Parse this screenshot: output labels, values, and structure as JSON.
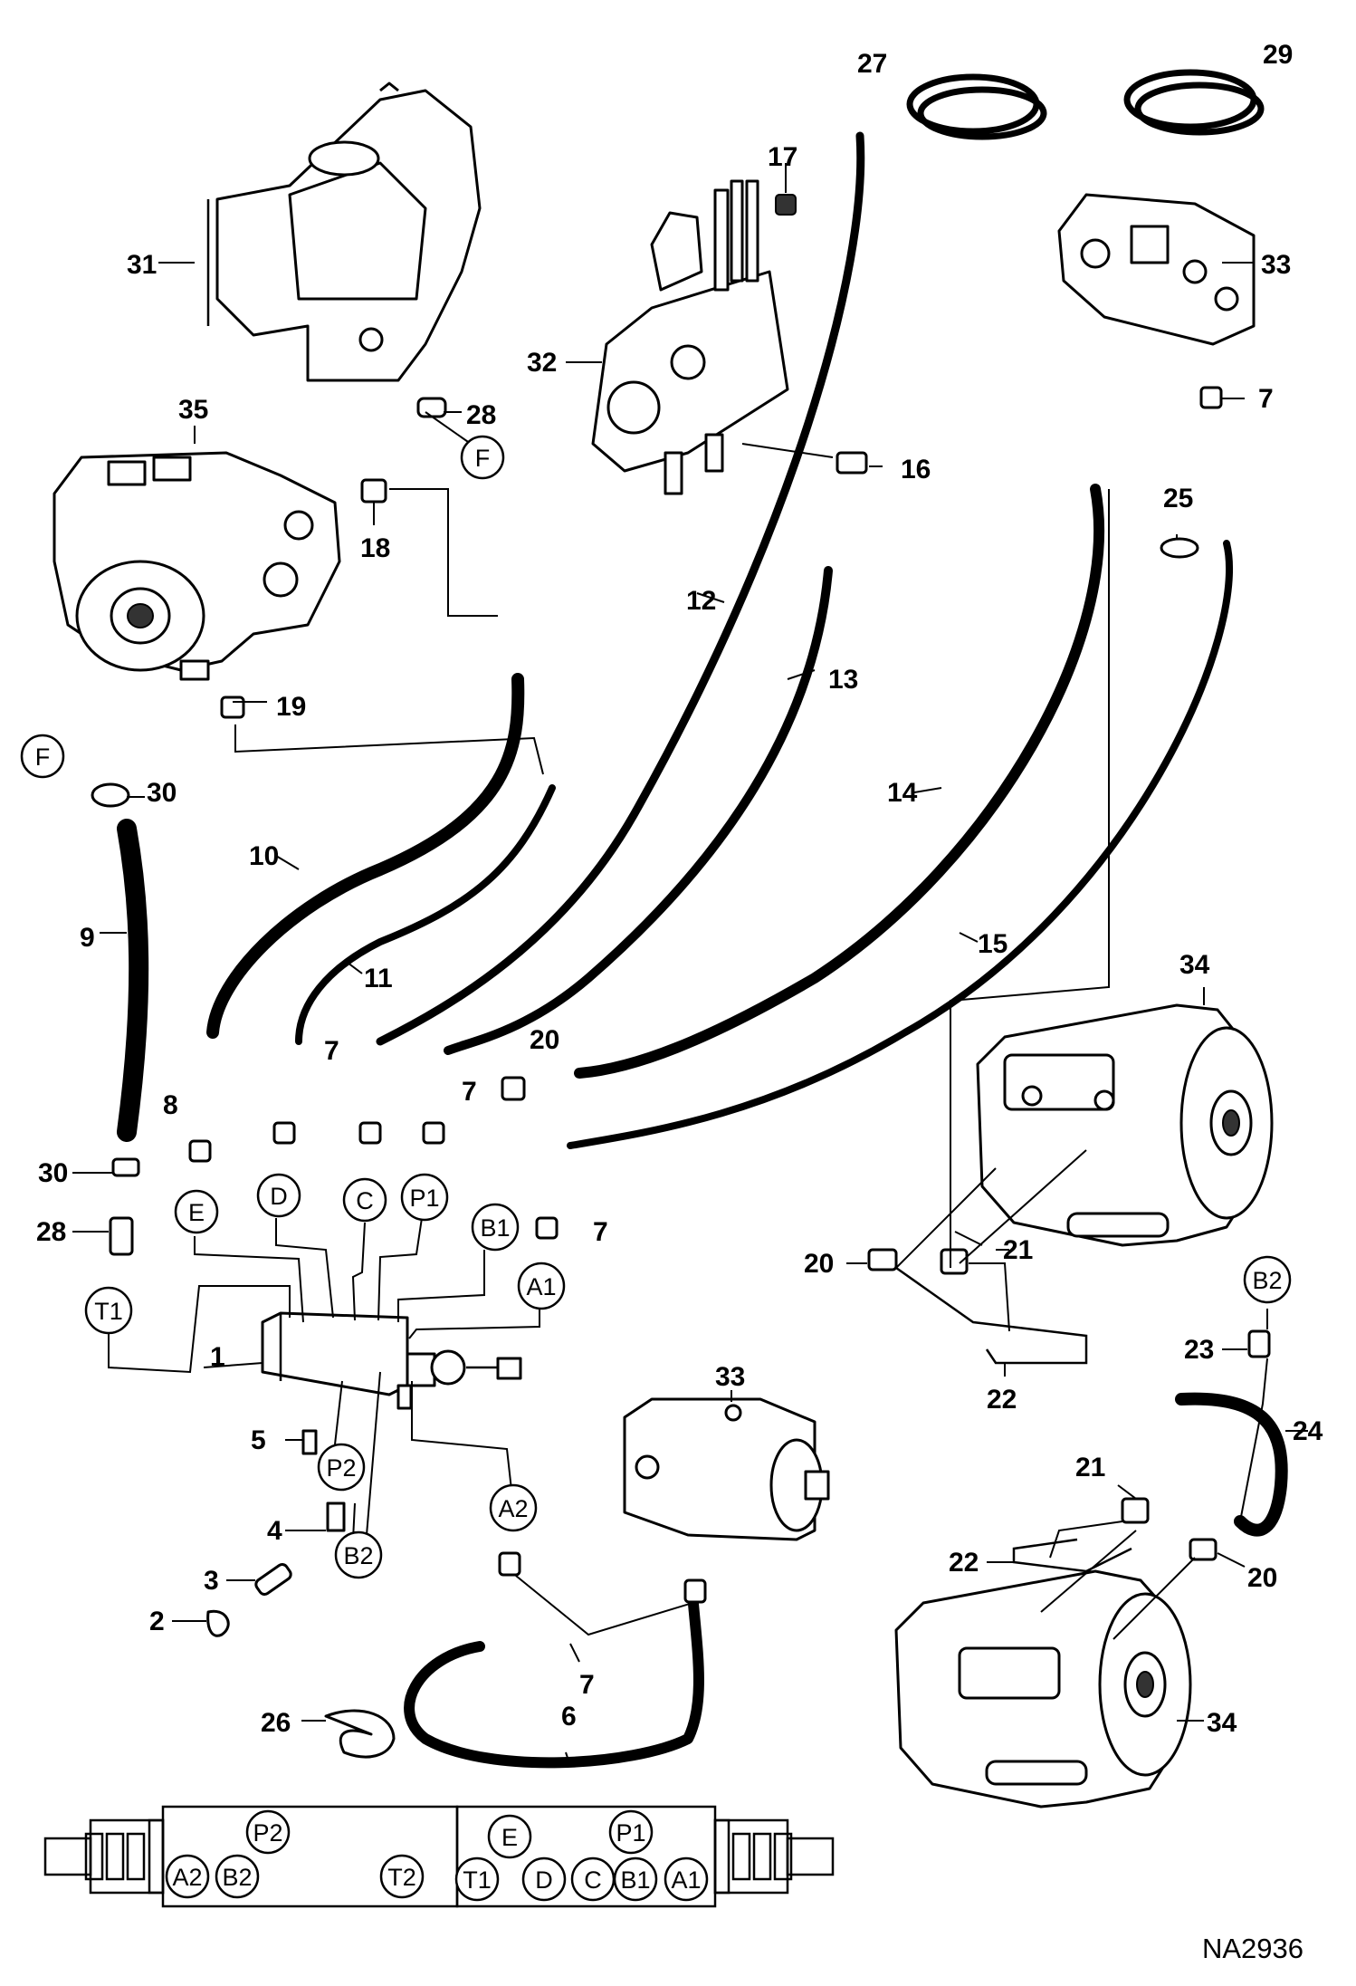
{
  "figure_code": "NA2936",
  "part_numbers": [
    "1",
    "2",
    "3",
    "4",
    "5",
    "6",
    "7",
    "8",
    "9",
    "10",
    "11",
    "12",
    "13",
    "14",
    "15",
    "16",
    "17",
    "18",
    "19",
    "20",
    "21",
    "22",
    "23",
    "24",
    "25",
    "26",
    "27",
    "28",
    "29",
    "30",
    "31",
    "32",
    "33",
    "34",
    "35"
  ],
  "port_labels": [
    "E",
    "D",
    "C",
    "P1",
    "B1",
    "A1",
    "T1",
    "P2",
    "B2",
    "A2",
    "F"
  ],
  "manifold_left_ports": [
    "P2",
    "A2",
    "B2",
    "T2"
  ],
  "manifold_right_ports": [
    "E",
    "P1",
    "T1",
    "D",
    "C",
    "B1",
    "A1"
  ]
}
